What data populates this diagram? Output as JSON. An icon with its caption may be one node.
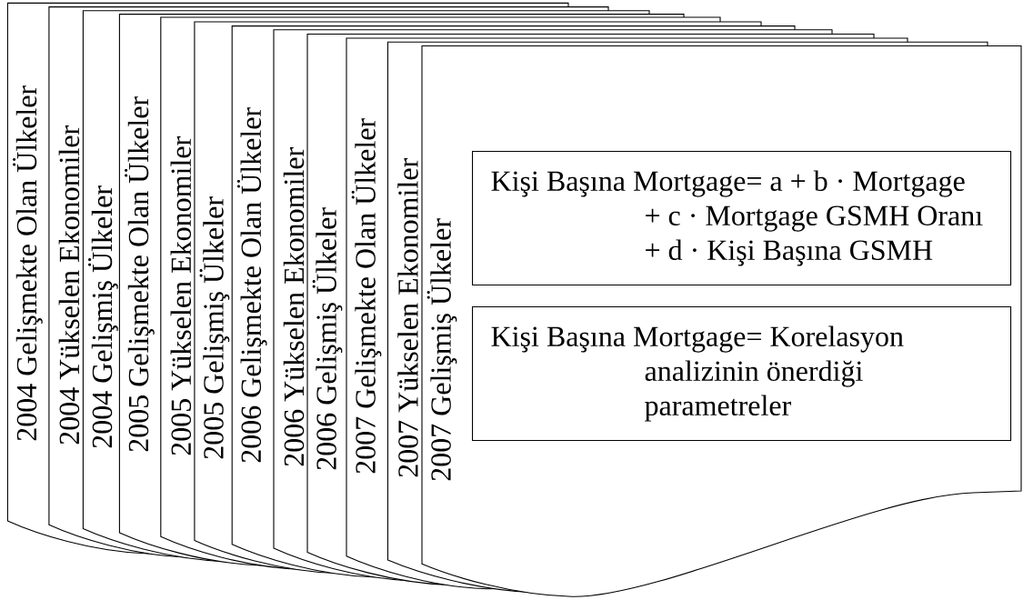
{
  "diagram": {
    "nodes": [
      {
        "text": [
          "2004 Gelişmekte Olan Ülkeler"
        ]
      },
      {
        "text": [
          "2004 Yükselen Ekonomiler"
        ]
      },
      {
        "text": [
          "2004 Gelişmiş Ülkeler"
        ]
      },
      {
        "text": [
          "2005 Gelişmekte Olan Ülkeler"
        ]
      },
      {
        "text": [
          "2005 Yükselen Ekonomiler"
        ]
      },
      {
        "text": [
          "2005 Gelişmiş Ülkeler"
        ]
      },
      {
        "text": [
          "2006 Gelişmekte Olan Ülkeler"
        ]
      },
      {
        "text": [
          "2006 Yükselen Ekonomiler"
        ]
      },
      {
        "text": [
          "2006 Gelişmiş Ülkeler"
        ]
      },
      {
        "text": [
          "2007 Gelişmekte Olan Ülkeler"
        ]
      },
      {
        "text": [
          "2007 Yükselen Ekonomiler"
        ]
      },
      {
        "text": [
          "2007 Gelişmiş Ülkeler"
        ]
      },
      {
        "text": [
          "Kişi Başına Mortgage= a + b · Mortgage + c · Mortgage GSMH Oranı + d · Kişi Başına GSMH"
        ],
        "in": 11
      },
      {
        "text": [
          "Kişi Başına Mortgage= Korelasyon analizinin önerdiği parametreler"
        ],
        "in": 11
      }
    ]
  }
}
